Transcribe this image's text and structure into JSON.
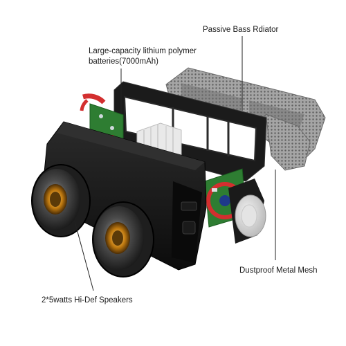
{
  "labels": {
    "bass": "Passive Bass Rdiator",
    "battery_line1": "Large-capacity lithium polymer",
    "battery_line2": "batteries(7000mAh)",
    "mesh": "Dustproof Metal Mesh",
    "speakers": "2*5watts Hi-Def Speakers"
  },
  "colors": {
    "speaker_body": "#141414",
    "mesh_grey": "#8d8d8d",
    "pcb_green": "#2e7d32",
    "ring_red": "#d32f2f",
    "battery_white": "#e9e9e9",
    "leader_line": "#222222"
  }
}
